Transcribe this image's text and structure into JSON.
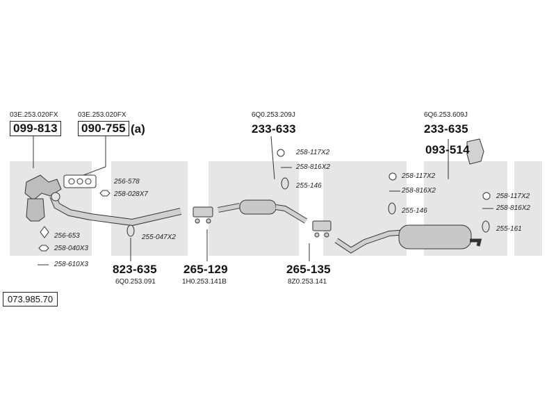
{
  "catalog_number": "073.985.70",
  "parts": {
    "p099_813": {
      "number": "099-813",
      "oem": "03E.253.020FX"
    },
    "p090_755": {
      "number": "090-755",
      "suffix": "(a)",
      "oem": "03E.253.020FX"
    },
    "p233_633": {
      "number": "233-633",
      "oem": "6Q0.253.209J"
    },
    "p233_635": {
      "number": "233-635",
      "oem": "6Q6.253.609J"
    },
    "p093_514": {
      "number": "093-514"
    },
    "p823_635": {
      "number": "823-635",
      "oem": "6Q0.253.091"
    },
    "p265_129": {
      "number": "265-129",
      "oem": "1H0.253.141B"
    },
    "p265_135": {
      "number": "265-135",
      "oem": "8Z0.253.141"
    }
  },
  "small_parts": {
    "s256_578": "256-578",
    "s258_028": "258-028X7",
    "s256_653": "256-653",
    "s258_040": "258-040X3",
    "s258_610": "258-610X3",
    "s255_047": "255-047X2",
    "s258_117_a": "258-117X2",
    "s258_816_a": "258-816X2",
    "s255_146_a": "255-146",
    "s258_117_b": "258-117X2",
    "s258_816_b": "258-816X2",
    "s255_146_b": "255-146",
    "s258_117_c": "258-117X2",
    "s258_816_c": "258-816X2",
    "s255_161": "255-161"
  }
}
